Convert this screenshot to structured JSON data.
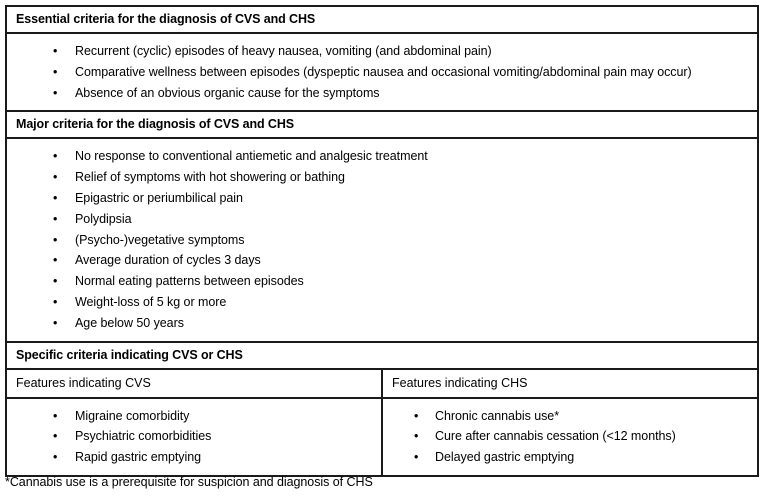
{
  "document": {
    "type": "criteria-table",
    "bullet_glyph": "•"
  },
  "table": {
    "sections": [
      {
        "header": "Essential criteria for the diagnosis of CVS and CHS",
        "items": [
          "Recurrent (cyclic) episodes of heavy nausea, vomiting (and abdominal pain)",
          "Comparative wellness between episodes (dyspeptic nausea and occasional vomiting/abdominal pain may occur)",
          "Absence of an obvious organic cause for the symptoms"
        ]
      },
      {
        "header": "Major criteria for the diagnosis of CVS and CHS",
        "items": [
          "No response to conventional antiemetic and analgesic treatment",
          "Relief of symptoms with hot showering or bathing",
          "Epigastric or periumbilical pain",
          "Polydipsia",
          "(Psycho-)vegetative symptoms",
          "Average duration of cycles 3 days",
          "Normal eating patterns between episodes",
          "Weight-loss of 5 kg or more",
          "Age below 50 years"
        ]
      }
    ],
    "specific_section": {
      "header": "Specific criteria indicating CVS or CHS",
      "columns": [
        {
          "header": "Features indicating CVS",
          "items": [
            "Migraine comorbidity",
            "Psychiatric comorbidities",
            "Rapid gastric emptying"
          ]
        },
        {
          "header": "Features indicating CHS",
          "items": [
            "Chronic cannabis use*",
            "Cure after cannabis cessation (<12 months)",
            "Delayed gastric emptying"
          ]
        }
      ]
    }
  },
  "footnote": "*Cannabis use is a prerequisite for suspicion and diagnosis of CHS"
}
